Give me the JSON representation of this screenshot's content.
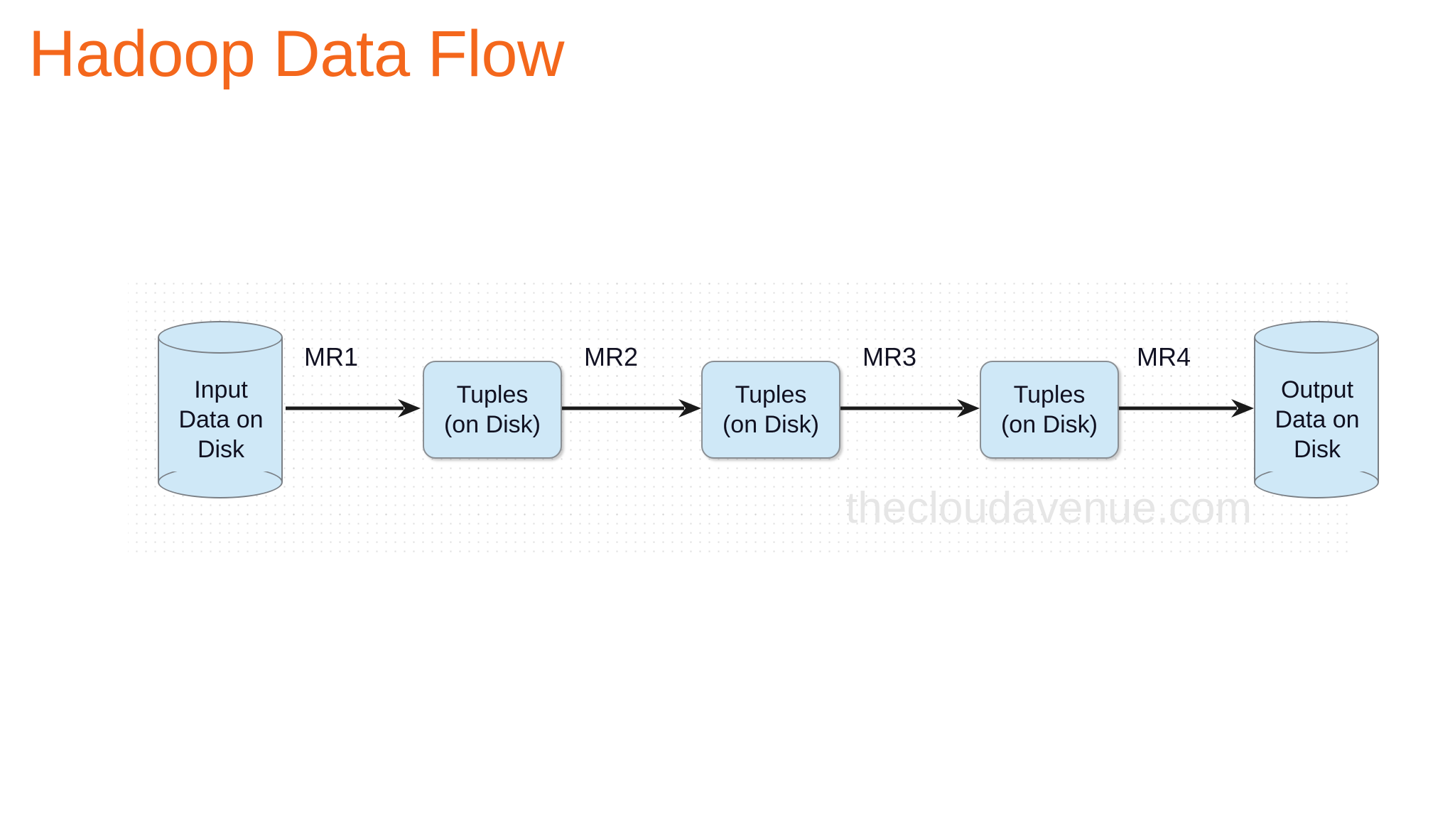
{
  "slide": {
    "title": "Hadoop Data Flow",
    "title_color": "#F4671C",
    "background_color": "#FFFFFF"
  },
  "watermark": {
    "text": "thecloudavenue.com",
    "color": "#E6E6E6"
  },
  "diagram": {
    "type": "flow-diagram",
    "node_fill_color": "#CFE8F7",
    "node_border_color": "#7A7F85",
    "arrow_color": "#1A1A1A",
    "grid": "dotted",
    "nodes": [
      {
        "id": "input",
        "shape": "cylinder",
        "label": "Input\nData on\nDisk"
      },
      {
        "id": "tuples1",
        "shape": "rounded-rectangle",
        "label": "Tuples\n(on Disk)"
      },
      {
        "id": "tuples2",
        "shape": "rounded-rectangle",
        "label": "Tuples\n(on Disk)"
      },
      {
        "id": "tuples3",
        "shape": "rounded-rectangle",
        "label": "Tuples\n(on Disk)"
      },
      {
        "id": "output",
        "shape": "cylinder",
        "label": "Output\nData on\nDisk"
      }
    ],
    "edges": [
      {
        "id": "e1",
        "from": "input",
        "to": "tuples1",
        "label": "MR1"
      },
      {
        "id": "e2",
        "from": "tuples1",
        "to": "tuples2",
        "label": "MR2"
      },
      {
        "id": "e3",
        "from": "tuples2",
        "to": "tuples3",
        "label": "MR3"
      },
      {
        "id": "e4",
        "from": "tuples3",
        "to": "output",
        "label": "MR4"
      }
    ]
  }
}
